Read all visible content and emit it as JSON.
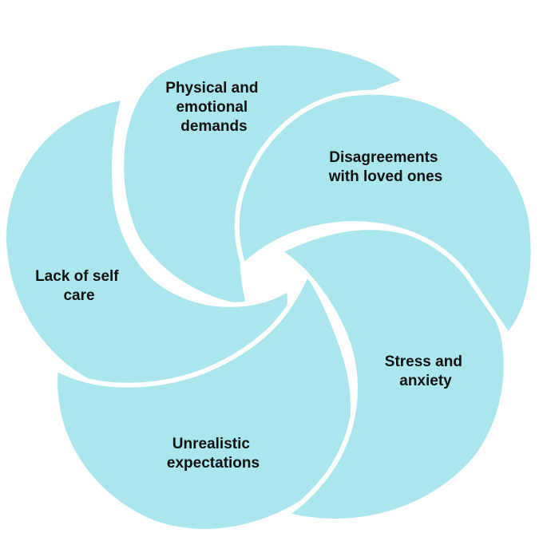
{
  "colors": {
    "petal_fill": "#ABE5ED",
    "petal_outline": "#ffffff",
    "background": "#ffffff",
    "text": "#111111"
  },
  "petals": [
    {
      "id": "lack-of-self-care",
      "lines": [
        "Lack of self",
        "care"
      ]
    },
    {
      "id": "unrealistic-expectations",
      "lines": [
        "Unrealistic",
        "expectations"
      ]
    },
    {
      "id": "stress-and-anxiety",
      "lines": [
        "Stress and",
        "anxiety"
      ]
    },
    {
      "id": "disagreements-with-loved-ones",
      "lines": [
        "Disagreements",
        "with loved ones"
      ]
    },
    {
      "id": "physical-and-emotional-demands",
      "lines": [
        "Physical and",
        "emotional",
        "demands"
      ]
    }
  ]
}
